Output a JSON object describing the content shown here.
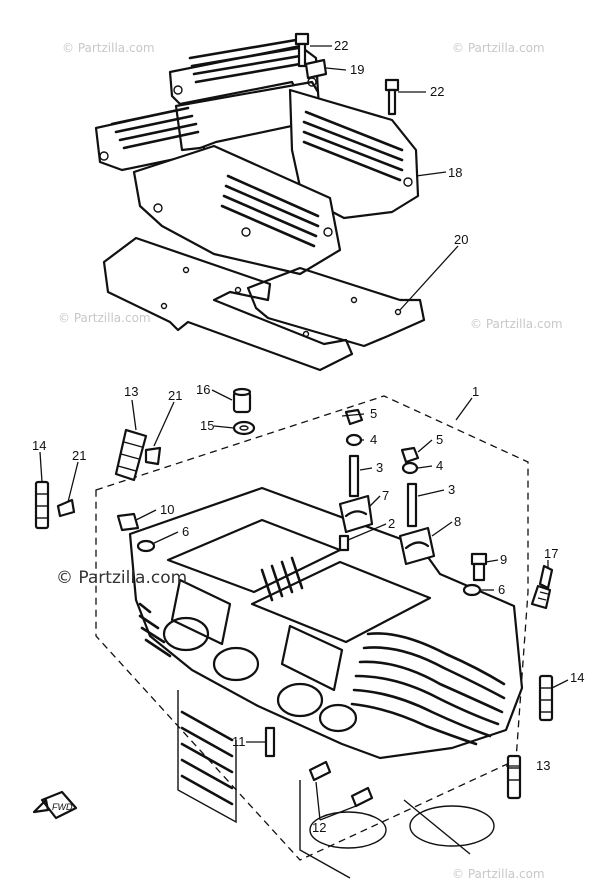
{
  "watermark": {
    "text": "© Partzilla.com",
    "big_text": "© Partzilla.com"
  },
  "direction_marker": "FWD",
  "callouts": [
    "22",
    "19",
    "22",
    "18",
    "20",
    "1",
    "13",
    "21",
    "16",
    "15",
    "5",
    "4",
    "3",
    "5",
    "4",
    "3",
    "7",
    "2",
    "8",
    "14",
    "21",
    "10",
    "6",
    "9",
    "6",
    "17",
    "14",
    "11",
    "13",
    "12"
  ]
}
